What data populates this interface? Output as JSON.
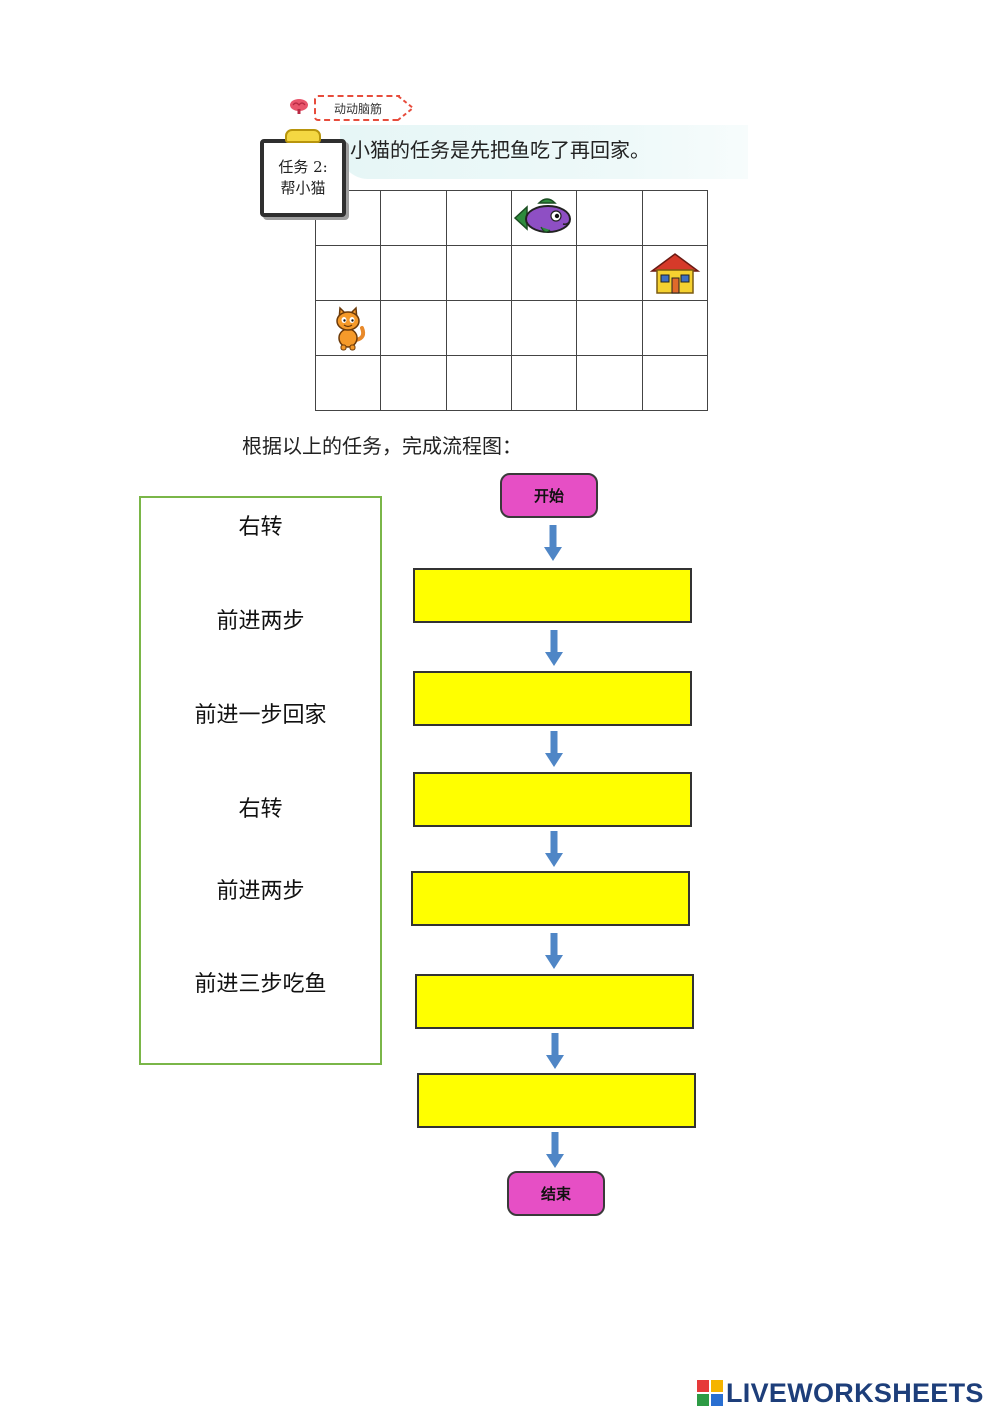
{
  "header": {
    "tag_label": "动动脑筋"
  },
  "task": {
    "instruction": "小猫的任务是先把鱼吃了再回家。",
    "label_line1": "任务 2:",
    "label_line2": "帮小猫"
  },
  "subtitle": "根据以上的任务，完成流程图：",
  "options": [
    "右转",
    "前进两步",
    "前进一步回家",
    "右转",
    "前进两步",
    "前进三步吃鱼"
  ],
  "flowchart": {
    "start_label": "开始",
    "end_label": "结束",
    "steps": [
      "",
      "",
      "",
      "",
      "",
      ""
    ]
  },
  "grid": {
    "rows": 4,
    "cols": 6,
    "items": [
      {
        "name": "fish-icon",
        "row": 1,
        "col": 4
      },
      {
        "name": "house-icon",
        "row": 2,
        "col": 6
      },
      {
        "name": "cat-icon",
        "row": 3,
        "col": 1
      }
    ]
  },
  "footer": {
    "logo_text": "LIVEWORKSHEETS"
  },
  "colors": {
    "terminal": "#e64fc5",
    "step_fill": "#ffff00",
    "options_border": "#7ab648",
    "arrow": "#4f86c6",
    "tag_border": "#e74c3c"
  }
}
